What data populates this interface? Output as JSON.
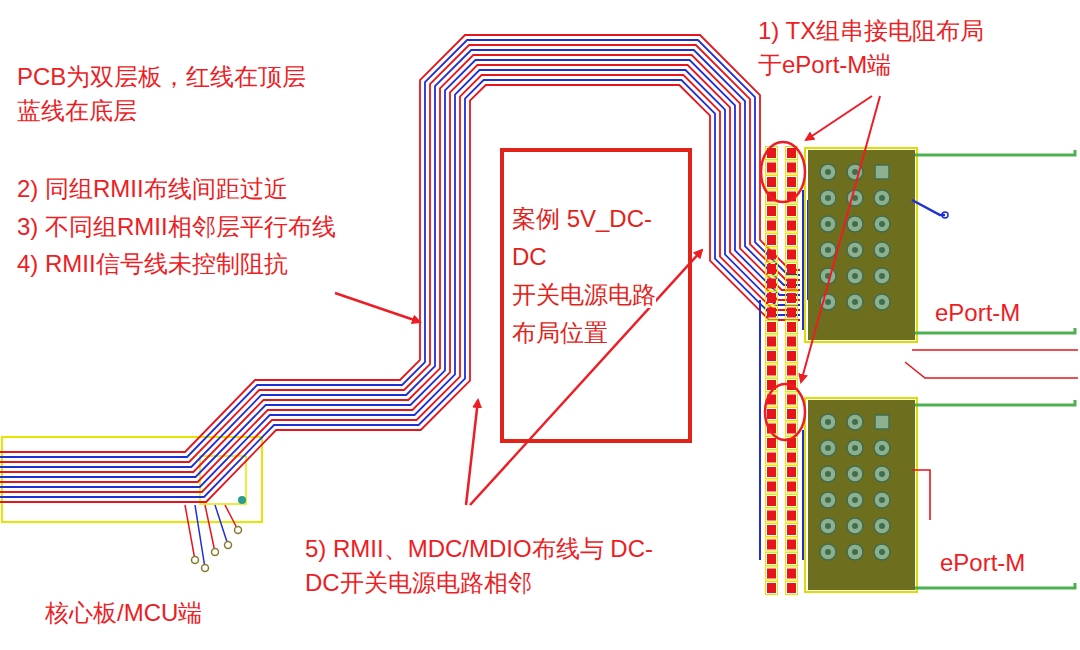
{
  "diagram": {
    "nodes": [
      {
        "text": [
          "案例 5V_DC-DC 开关电源电路 布局位置"
        ]
      }
    ],
    "labels": [
      "PCB为双层板，红线在顶层 蓝线在底层",
      "2) 同组RMII布线间距过近",
      "3) 不同组RMII相邻层平行布线",
      "4) RMII信号线未控制阻抗",
      "1) TX组串接电阻布局 于ePort-M端",
      "ePort-M",
      "ePort-M",
      "5) RMII、MDC/MDIO布线与 DC-DC开关电源电路相邻",
      "核心板/MCU端"
    ]
  }
}
